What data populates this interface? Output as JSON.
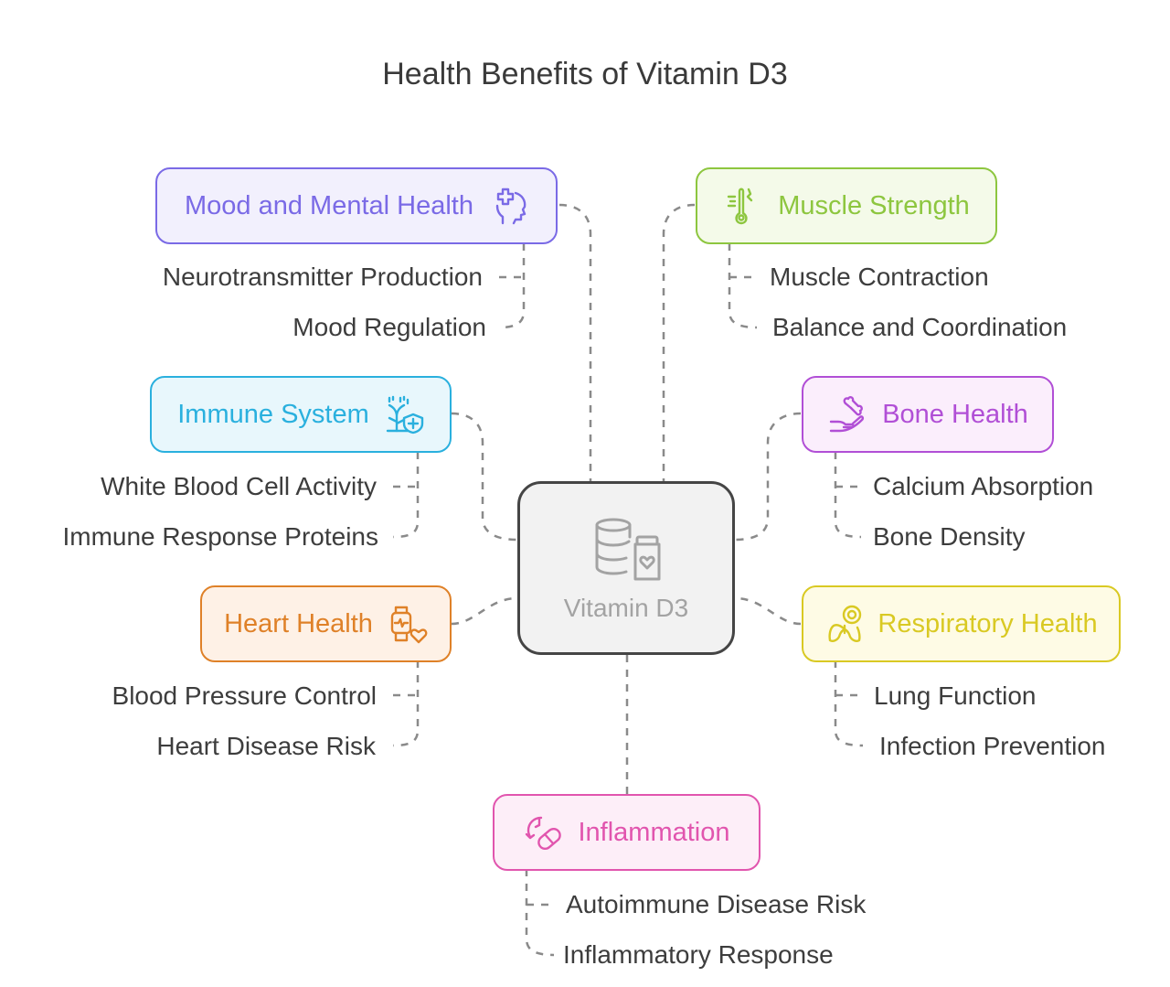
{
  "title": "Health Benefits of Vitamin D3",
  "center": {
    "label": "Vitamin D3",
    "icon": "database-bottle-icon"
  },
  "topics": {
    "mood": {
      "label": "Mood and Mental Health",
      "icon": "head-medical-icon",
      "color": "#7a6ae6",
      "items": [
        "Neurotransmitter Production",
        "Mood Regulation"
      ]
    },
    "muscle": {
      "label": "Muscle Strength",
      "icon": "thermometer-icon",
      "color": "#8dc63f",
      "items": [
        "Muscle Contraction",
        "Balance and Coordination"
      ]
    },
    "immune": {
      "label": "Immune System",
      "icon": "tree-shield-icon",
      "color": "#2ab0de",
      "items": [
        "White Blood Cell Activity",
        "Immune Response Proteins"
      ]
    },
    "bone": {
      "label": "Bone Health",
      "icon": "bone-hand-icon",
      "color": "#b14fd6",
      "items": [
        "Calcium Absorption",
        "Bone Density"
      ]
    },
    "heart": {
      "label": "Heart Health",
      "icon": "smartwatch-heart-icon",
      "color": "#df8128",
      "items": [
        "Blood Pressure Control",
        "Heart Disease Risk"
      ]
    },
    "respiratory": {
      "label": "Respiratory Health",
      "icon": "lungs-virus-icon",
      "color": "#d9c923",
      "items": [
        "Lung Function",
        "Infection Prevention"
      ]
    },
    "inflammation": {
      "label": "Inflammation",
      "icon": "pill-timer-icon",
      "color": "#e155ae",
      "items": [
        "Autoimmune Disease Risk",
        "Inflammatory Response"
      ]
    }
  }
}
